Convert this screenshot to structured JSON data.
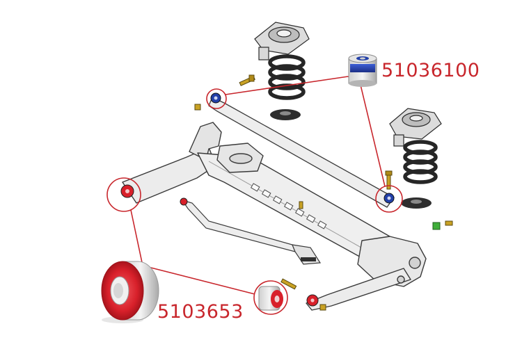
{
  "diagram": {
    "parts": [
      {
        "number": "51036100",
        "bushing_color": "blue"
      },
      {
        "number": "5103653",
        "bushing_color": "red"
      }
    ],
    "colors": {
      "label": "#c8262c",
      "leader": "#c8262c",
      "outline": "#3a3a3a",
      "frame_fill": "#ededed",
      "bushing_red": "#d8202a",
      "bushing_blue": "#2340a8",
      "spring": "#262626"
    }
  }
}
